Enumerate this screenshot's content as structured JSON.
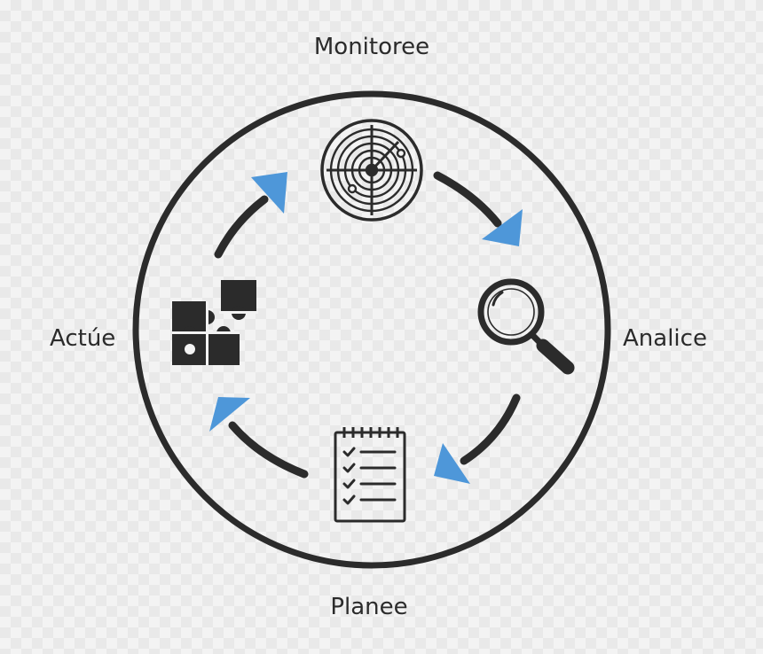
{
  "cycle": {
    "steps": [
      {
        "label": "Monitoree",
        "icon": "radar-icon"
      },
      {
        "label": "Analice",
        "icon": "magnifier-icon"
      },
      {
        "label": "Planee",
        "icon": "checklist-icon"
      },
      {
        "label": "Actúe",
        "icon": "puzzle-icon"
      }
    ]
  },
  "colors": {
    "ring": "#2b2b2b",
    "arrow_head": "#4e97d9",
    "icon": "#2b2b2b",
    "text": "#2b2b2b"
  }
}
